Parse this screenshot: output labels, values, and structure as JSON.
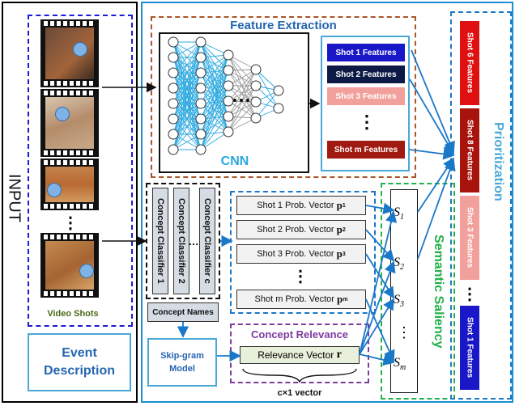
{
  "input_label": "INPUT",
  "video_shots_label": "Video Shots",
  "ellipsis": "⋮",
  "event_description": "Event Description",
  "feature_extraction": {
    "title": "Feature Extraction",
    "cnn_label": "CNN",
    "shots": [
      {
        "label": "Shot 1 Features",
        "color": "#1a17c9"
      },
      {
        "label": "Shot 2 Features",
        "color": "#0c1a45"
      },
      {
        "label": "Shot 3 Features",
        "color": "#f2a09b"
      },
      {
        "label": "Shot m Features",
        "color": "#a01a12"
      }
    ]
  },
  "classifiers": [
    "Concept Classifier 1",
    "Concept Classifier 2",
    "Concept Classifier c"
  ],
  "classifier_dots": "…",
  "concept_names": "Concept Names",
  "skipgram": "Skip-gram Model",
  "concept_relevance": {
    "title": "Concept Relevance",
    "vector_label": "Relevance Vector",
    "vector_symbol": "r",
    "size_label": "c×1 vector"
  },
  "prob_vectors": [
    {
      "label": "Shot 1 Prob. Vector",
      "symbol": "p",
      "sup": "1"
    },
    {
      "label": "Shot 2 Prob. Vector",
      "symbol": "p",
      "sup": "2"
    },
    {
      "label": "Shot 3 Prob. Vector",
      "symbol": "p",
      "sup": "3"
    },
    {
      "label": "Shot m Prob. Vector",
      "symbol": "p",
      "sup": "m"
    }
  ],
  "scores": [
    {
      "s": "S",
      "sub": "1"
    },
    {
      "s": "S",
      "sub": "2"
    },
    {
      "s": "S",
      "sub": "3"
    },
    {
      "s": "S",
      "sub": "m"
    }
  ],
  "semantic_saliency": "Semantic Saliency",
  "prioritization": {
    "title": "Prioritization",
    "items": [
      {
        "label": "Shot 6 Features",
        "color": "#e01010"
      },
      {
        "label": "Shot 8 Features",
        "color": "#a8130c"
      },
      {
        "label": "Shot 3 Features",
        "color": "#f2a09b"
      },
      {
        "label": "Shot 1 Features",
        "color": "#1a17c9"
      }
    ]
  }
}
